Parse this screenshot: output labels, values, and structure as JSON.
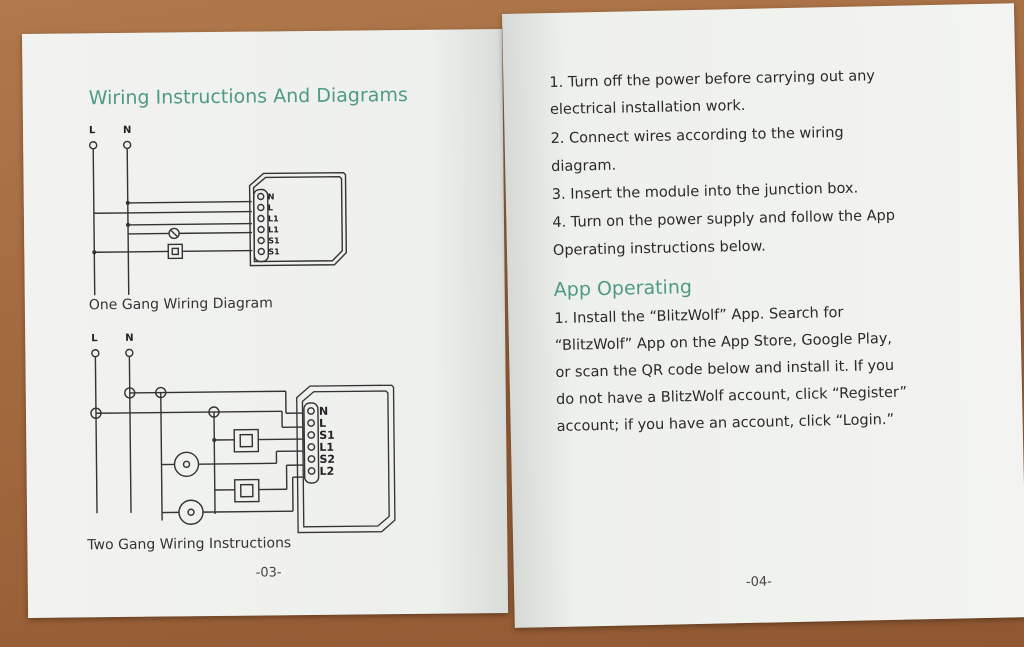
{
  "left_page": {
    "title": "Wiring Instructions And Diagrams",
    "diagram1": {
      "line_labels": [
        "L",
        "N"
      ],
      "terminals": [
        "N",
        "L",
        "L1",
        "L1",
        "S1",
        "S1"
      ],
      "caption": "One Gang Wiring Diagram"
    },
    "diagram2": {
      "line_labels": [
        "L",
        "N"
      ],
      "terminals": [
        "N",
        "L",
        "S1",
        "L1",
        "S2",
        "L2"
      ],
      "caption": "Two Gang Wiring Instructions"
    },
    "page_number": "-03-"
  },
  "right_page": {
    "steps": [
      "1. Turn off the power before carrying out any",
      "electrical installation work.",
      "2. Connect wires according to the wiring",
      "diagram.",
      "3. Insert the  module into the junction box.",
      "4. Turn on the power supply and follow the App",
      "Operating instructions below."
    ],
    "app_title": "App Operating",
    "app_text": [
      "1. Install the “BlitzWolf” App. Search for",
      "“BlitzWolf” App on the App Store, Google Play,",
      "or scan the QR code below and install it. If you",
      "do not have a BlitzWolf account, click “Register”",
      "account; if you have an account, click “Login.”"
    ],
    "page_number": "-04-"
  },
  "colors": {
    "accent": "#4f9a86",
    "paper": "#f1f2ef",
    "table": "#a56c41"
  }
}
